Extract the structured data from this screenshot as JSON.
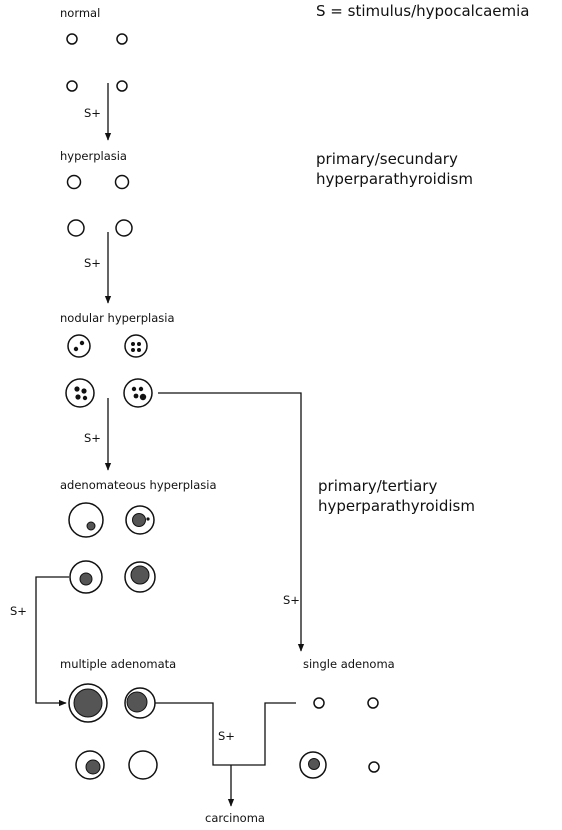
{
  "legend": {
    "stimulus_definition": "S = stimulus/hypocalcaemia"
  },
  "stages": {
    "normal": "normal",
    "hyperplasia": "hyperplasia",
    "nodular_hyperplasia": "nodular hyperplasia",
    "adenomateous_hyperplasia": "adenomateous hyperplasia",
    "multiple_adenomata": "multiple adenomata",
    "single_adenoma": "single adenoma",
    "carcinoma": "carcinoma"
  },
  "conditions": {
    "primary_secundary_line1": "primary/secundary",
    "primary_secundary_line2": "hyperparathyroidism",
    "primary_tertiary_line1": "primary/tertiary",
    "primary_tertiary_line2": "hyperparathyroidism"
  },
  "stimulus_label": "S+",
  "colors": {
    "ink": "#111111",
    "background": "#ffffff"
  }
}
